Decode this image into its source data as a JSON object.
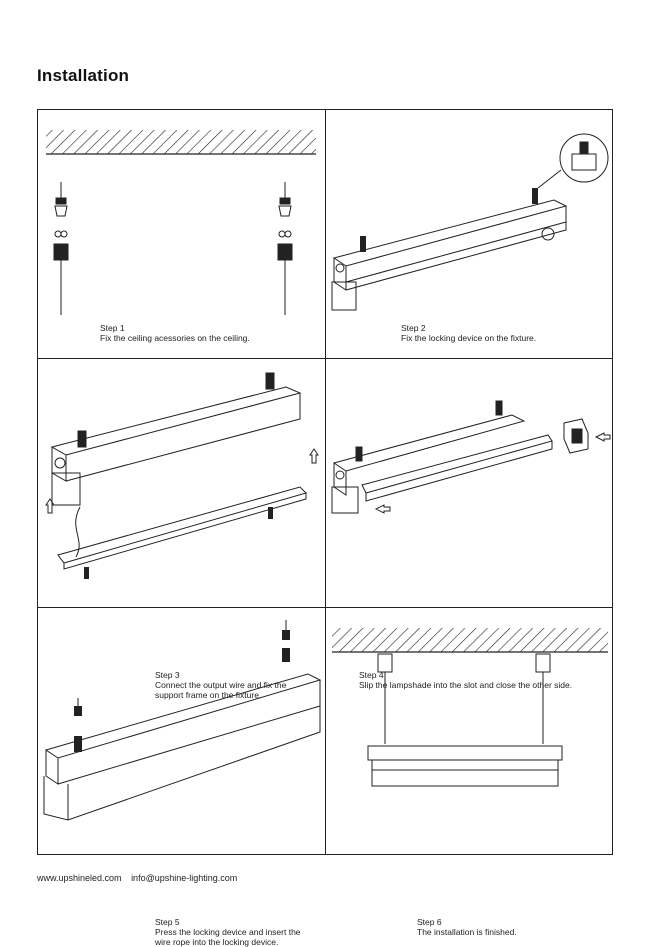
{
  "page": {
    "title": "Installation"
  },
  "steps": [
    {
      "label": "Step 1",
      "lines": [
        "Fix the ceiling acessories on the ceiling."
      ]
    },
    {
      "label": "Step 2",
      "lines": [
        "Fix the locking device on the fixture."
      ]
    },
    {
      "label": "Step 3",
      "lines": [
        "Connect  the  output  wire  and  fix  the",
        "support frame on the fixture."
      ]
    },
    {
      "label": "Step 4",
      "lines": [
        "Slip the lampshade into the slot and close the other side."
      ]
    },
    {
      "label": "Step 5",
      "lines": [
        "Press  the locking device and insert the",
        "wire rope into the locking device."
      ]
    },
    {
      "label": "Step 6",
      "lines": [
        "The installation is finished."
      ]
    }
  ],
  "footer": {
    "website": "www.upshineled.com",
    "email": "info@upshine-lighting.com"
  }
}
